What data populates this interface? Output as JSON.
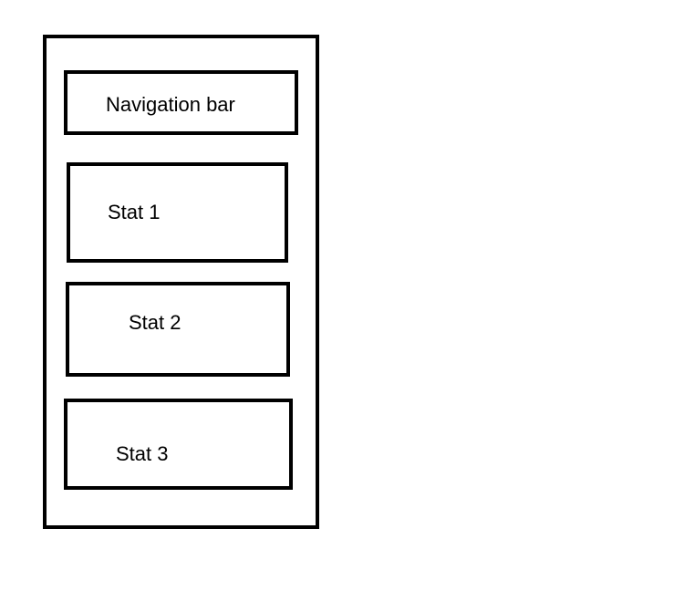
{
  "mockup": {
    "navigation": {
      "label": "Navigation bar"
    },
    "stats": [
      {
        "label": "Stat 1"
      },
      {
        "label": "Stat 2"
      },
      {
        "label": "Stat 3"
      }
    ]
  },
  "colors": {
    "stroke": "#000000",
    "background": "#ffffff"
  }
}
